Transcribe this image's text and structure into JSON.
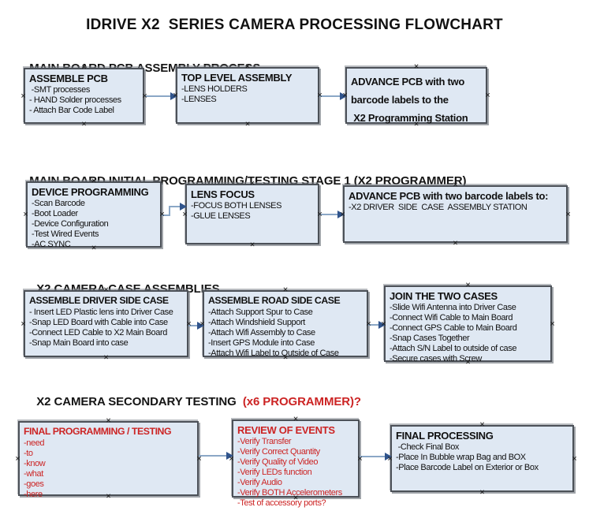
{
  "title": "IDRIVE X2  SERIES CAMERA PROCESSING FLOWCHART",
  "icons": {
    "connection_point": "✕"
  },
  "colors": {
    "red": "#cc2424",
    "box_fill": "#dfe8f3",
    "box_border": "#4c5158",
    "arrow_line": "#8ba7c6",
    "arrow_head": "#30548c"
  },
  "sections": [
    {
      "heading": "MAIN BOARD PCB ASSEMBLY PROCESS",
      "boxes": [
        {
          "title": "ASSEMBLE PCB",
          "items": [
            " -SMT processes",
            "- HAND Solder processes",
            "- Attach Bar Code Label"
          ]
        },
        {
          "title": "TOP LEVEL ASSEMBLY",
          "items": [
            "-LENS HOLDERS",
            "-LENSES"
          ]
        },
        {
          "title": "ADVANCE PCB with two\nbarcode labels to the\n X2 Programming Station",
          "items": []
        }
      ]
    },
    {
      "heading": "MAIN BOARD INITIAL PROGRAMMING/TESTING STAGE 1 (X2 PROGRAMMER)",
      "boxes": [
        {
          "title": "DEVICE PROGRAMMING",
          "items": [
            "-Scan Barcode",
            "-Boot Loader",
            "-Device Configuration",
            "-Test Wired Events",
            "-AC SYNC"
          ]
        },
        {
          "title": "LENS FOCUS",
          "items": [
            "-FOCUS BOTH LENSES",
            "-GLUE LENSES"
          ]
        },
        {
          "title": "ADVANCE PCB with two barcode labels to:",
          "items": [
            "-X2 DRIVER  SIDE  CASE  ASSEMBLY STATION"
          ]
        }
      ]
    },
    {
      "heading": "X2 CAMERA CASE ASSEMBLIES",
      "boxes": [
        {
          "title": "ASSEMBLE DRIVER SIDE CASE",
          "items": [
            "- Insert LED Plastic lens into Driver Case",
            "-Snap LED Board with Cable into Case",
            "-Connect LED Cable to X2 Main Board",
            "-Snap Main Board into case"
          ]
        },
        {
          "title": "ASSEMBLE ROAD SIDE CASE",
          "items": [
            "-Attach Support Spur to Case",
            "-Attach Windshield Support",
            "-Attach Wifi Assembly to Case",
            "-Insert GPS Module into Case",
            "-Attach Wifi Label to Outside of Case"
          ]
        },
        {
          "title": "JOIN THE TWO CASES",
          "items": [
            "-Slide Wifi Antenna into Driver Case",
            "-Connect Wifi Cable to Main Board",
            "-Connect GPS Cable to Main Board",
            "-Snap Cases Together",
            "-Attach S/N Label to outside of case",
            "-Secure cases with Screw"
          ]
        }
      ]
    },
    {
      "heading": "X2 CAMERA SECONDARY TESTING  ",
      "heading_suffix": "(x6 PROGRAMMER)?",
      "boxes": [
        {
          "title": "FINAL PROGRAMMING / TESTING",
          "text_color": "#cc2424",
          "items": [
            "-need",
            "-to",
            "-know",
            "-what",
            "-goes",
            "-here"
          ]
        },
        {
          "title": "REVIEW OF EVENTS",
          "text_color": "#cc2424",
          "items": [
            "-Verify Transfer",
            "-Verify Correct Quantity",
            "-Verify Quality of Video",
            "-Verify LEDs function",
            "-Verify Audio",
            "-Verify BOTH Accelerometers",
            "-Test of accessory ports?"
          ]
        },
        {
          "title": "FINAL PROCESSING",
          "items": [
            " -Check Final Box",
            "-Place In Bubble wrap Bag and BOX",
            "-Place Barcode Label on Exterior or Box"
          ]
        }
      ]
    }
  ]
}
